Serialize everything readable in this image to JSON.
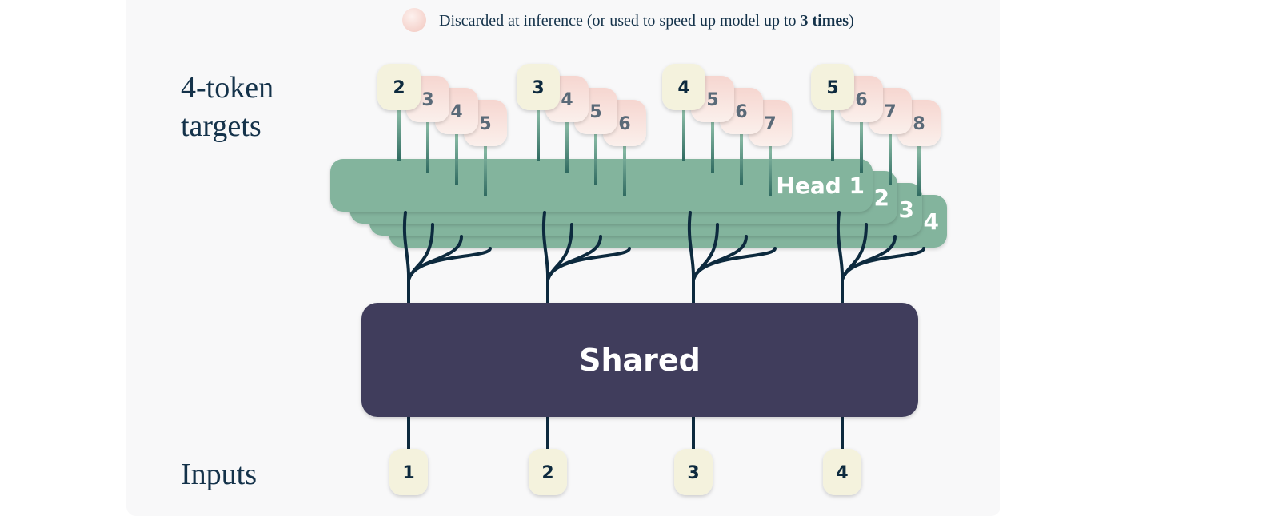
{
  "legend": {
    "text_before": "Discarded at inference (or used to speed up model up to ",
    "text_bold": "3 times",
    "text_after": ")"
  },
  "labels": {
    "targets_line1": "4-token",
    "targets_line2": "targets",
    "inputs": "Inputs"
  },
  "shared_label": "Shared",
  "heads": [
    "Head 1",
    "2",
    "3",
    "4"
  ],
  "inputs": [
    "1",
    "2",
    "3",
    "4"
  ],
  "target_groups": [
    [
      "2",
      "3",
      "4",
      "5"
    ],
    [
      "3",
      "4",
      "5",
      "6"
    ],
    [
      "4",
      "5",
      "6",
      "7"
    ],
    [
      "5",
      "6",
      "7",
      "8"
    ]
  ],
  "colors": {
    "head": "#83b49d",
    "shared": "#3f3e5c",
    "kept_token": "#f4f2dd",
    "discarded_token_top": "#f6d6d0",
    "discarded_token_bottom": "#fbf0ec",
    "dark_line": "#0d2a3e",
    "label_text": "#14324a"
  }
}
